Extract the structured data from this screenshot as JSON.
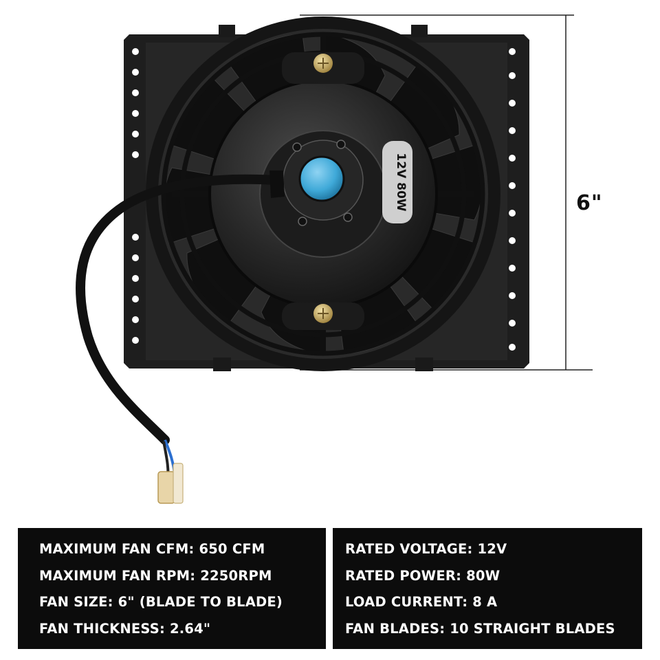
{
  "product": {
    "motor_label": "12V 80W",
    "dimension_label": "6\""
  },
  "specs_left": [
    "MAXIMUM FAN CFM: 650 CFM",
    "MAXIMUM FAN RPM: 2250RPM",
    "FAN SIZE: 6\" (BLADE TO BLADE)",
    "FAN THICKNESS: 2.64\""
  ],
  "specs_right": [
    "RATED VOLTAGE: 12V",
    "RATED POWER: 80W",
    "LOAD CURRENT: 8 A",
    "FAN BLADES: 10 STRAIGHT BLADES"
  ],
  "colors": {
    "panel_bg": "#0c0c0c",
    "panel_text": "#ffffff",
    "fan_body": "#1a1a1a",
    "hub_blue": "#3fa9d8"
  }
}
